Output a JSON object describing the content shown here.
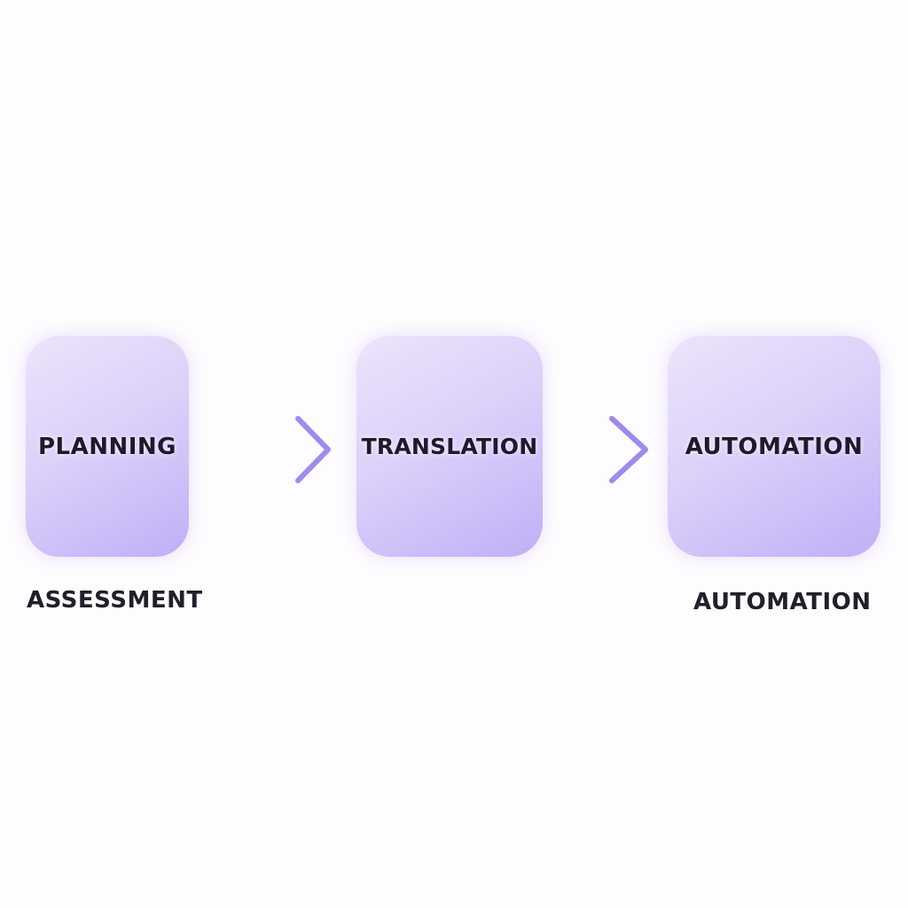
{
  "steps": [
    {
      "label": "PLANNING"
    },
    {
      "label": "TRANSLATION"
    },
    {
      "label": "AUTOMATION"
    }
  ],
  "captions": {
    "left": "ASSESSMENT",
    "right": "AUTOMATION"
  },
  "colors": {
    "box_light": "#ece4fb",
    "box_dark": "#c0aff7",
    "arrow_start": "#c9a8f0",
    "arrow_end": "#9b84ee",
    "text": "#1c1a2b",
    "background": "#fdfcfe"
  }
}
